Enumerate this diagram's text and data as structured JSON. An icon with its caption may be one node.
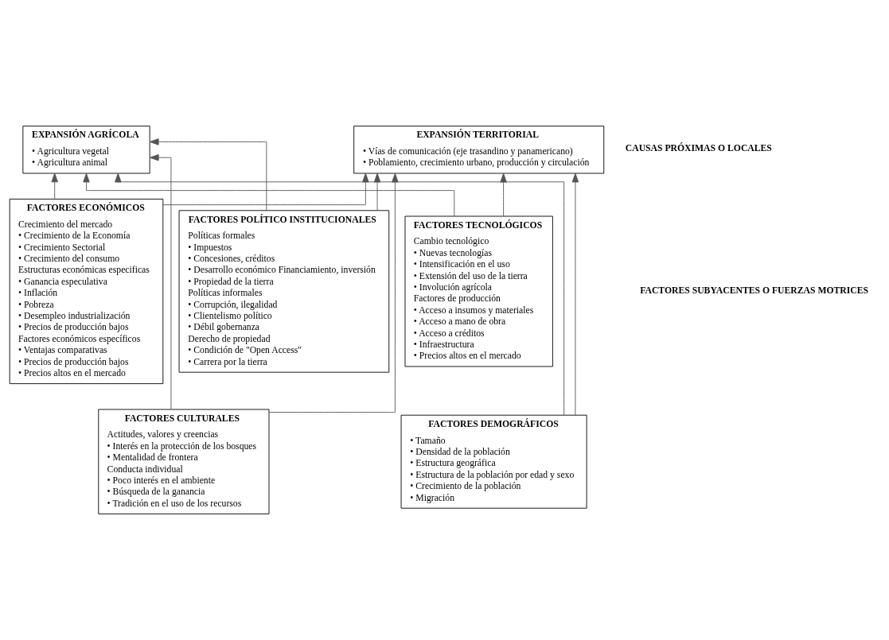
{
  "diagram": {
    "nodes": [
      {
        "text": [
          "EXPANSIÓN AGRÍCOLA",
          "• Agricultura vegetal",
          "• Agricultura animal"
        ]
      },
      {
        "text": [
          "EXPANSIÓN TERRITORIAL",
          "• Vías de comunicación (eje trasandino y panamericano)",
          "• Poblamiento, crecimiento urbano, producción y circulación"
        ]
      },
      {
        "text": [
          "FACTORES ECONÓMICOS",
          "Crecimiento del mercado",
          "• Crecimiento de la Economía",
          "• Crecimiento Sectorial",
          "• Crecimiento del consumo",
          "Estructuras económicas especificas",
          "• Ganancia especulativa",
          "• Inflación",
          "• Pobreza",
          "• Desempleo industrialización",
          "• Precios de producción bajos",
          "Factores económicos específicos",
          "• Ventajas comparativas",
          "• Precios de producción bajos",
          "• Precios altos en el mercado"
        ]
      },
      {
        "text": [
          "FACTORES POLÍTICO INSTITUCIONALES",
          "Políticas formales",
          "• Impuestos",
          "• Concesiones, créditos",
          "• Desarrollo económico Financiamiento, inversión",
          "• Propiedad de la tierra",
          "Políticas informales",
          "• Corrupción, ilegalidad",
          "• Clientelismo político",
          "• Débil gobernanza",
          "Derecho de propiedad",
          "• Condición de \"Open Access\"",
          "• Carrera por la tierra"
        ]
      },
      {
        "text": [
          "FACTORES TECNOLÓGICOS",
          "Cambio tecnológico",
          "• Nuevas tecnologías",
          "• Intensificación en el uso",
          "• Extensión del uso de la tierra",
          "• Involución agrícola",
          "Factores de producción",
          "• Acceso a insumos y materiales",
          "• Acceso a mano de obra",
          "• Acceso a créditos",
          "• Infraestructura",
          "• Precios altos en el mercado"
        ]
      },
      {
        "text": [
          "FACTORES DEMOGRÁFICOS",
          "• Tamaño",
          "• Densidad de la población",
          "• Estructura geográfica",
          "• Estructura de la población por edad y sexo",
          "• Crecimiento de la población",
          "• Migración"
        ]
      },
      {
        "text": [
          "FACTORES CULTURALES",
          "Actitudes, valores y creencias",
          "• Interés en la protección de los bosques",
          "• Mentalidad de frontera",
          "Conducta individual",
          "• Poco interés en el ambiente",
          "• Búsqueda de la ganancia",
          "• Tradición en el uso de los recursos"
        ]
      }
    ],
    "edges": [
      {
        "from": 2,
        "to": 0,
        "arrow": "to"
      },
      {
        "from": 2,
        "to": 1,
        "arrow": "to"
      },
      {
        "from": 3,
        "to": 0,
        "arrow": "to"
      },
      {
        "from": 3,
        "to": 1,
        "arrow": "to"
      },
      {
        "from": 4,
        "to": 0,
        "arrow": "to"
      },
      {
        "from": 4,
        "to": 1,
        "arrow": "to"
      },
      {
        "from": 5,
        "to": 0,
        "arrow": "to"
      },
      {
        "from": 5,
        "to": 1,
        "arrow": "to"
      },
      {
        "from": 6,
        "to": 0,
        "arrow": "to"
      },
      {
        "from": 6,
        "to": 1,
        "arrow": "to"
      }
    ],
    "labels": [
      "CAUSAS PRÓXIMAS O LOCALES",
      "FACTORES SUBYACENTES O FUERZAS MOTRICES"
    ]
  }
}
